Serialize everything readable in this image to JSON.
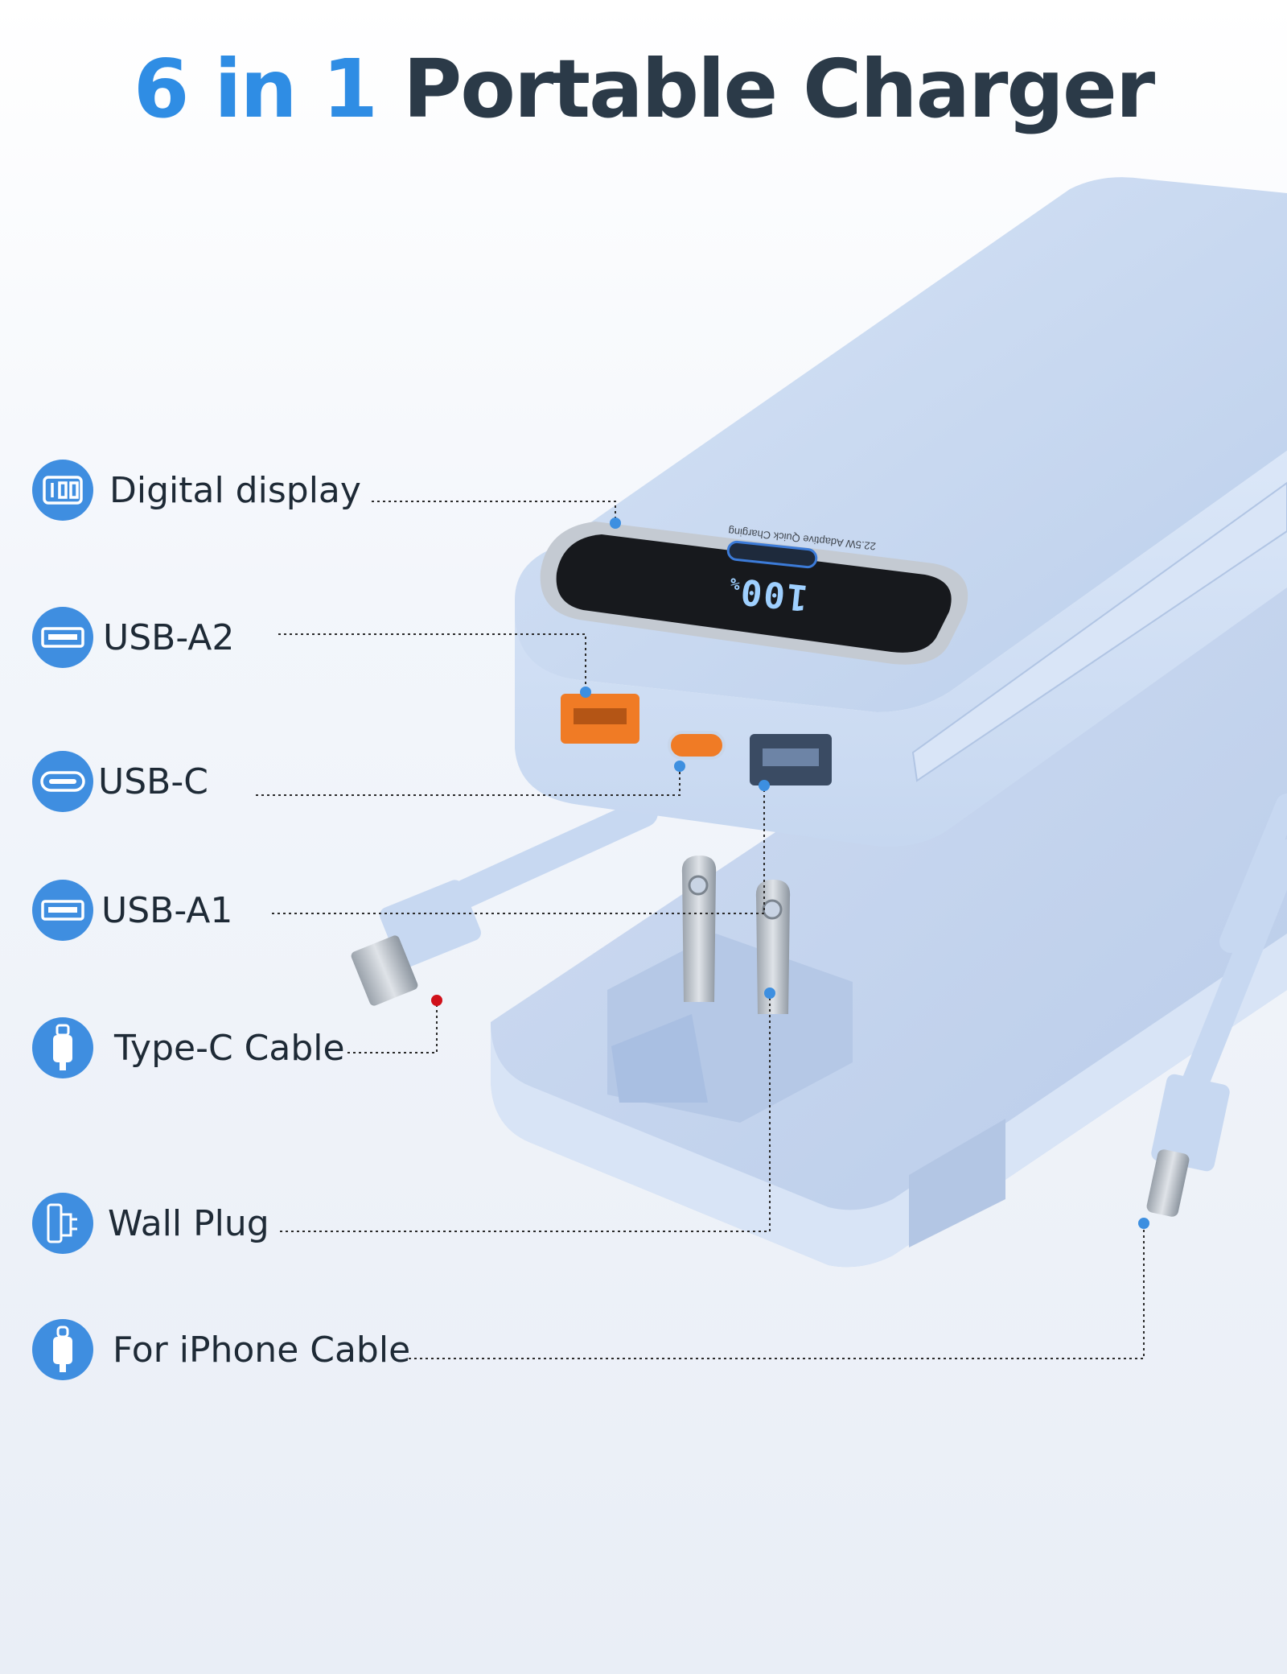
{
  "title": {
    "accent_part": "6 in 1",
    "main_part": "Portable Charger"
  },
  "colors": {
    "accent": "#2f8de4",
    "badge": "#3f8ee0",
    "device": "#c9daf2",
    "leader_dot": "#3d8fe0",
    "cable_tip_dot": "#d0101a"
  },
  "features": [
    {
      "label": "Digital display",
      "icon": "digital-display-icon"
    },
    {
      "label": "USB-A2",
      "icon": "usb-a-port-icon"
    },
    {
      "label": "USB-C",
      "icon": "usb-c-port-icon"
    },
    {
      "label": "USB-A1",
      "icon": "usb-a-port-icon"
    },
    {
      "label": "Type-C Cable",
      "icon": "type-c-cable-icon"
    },
    {
      "label": "Wall Plug",
      "icon": "wall-plug-icon"
    },
    {
      "label": "For iPhone Cable",
      "icon": "lightning-cable-icon"
    }
  ],
  "device": {
    "display_readout": "100",
    "display_unit": "%",
    "top_edge_text": "22.5W Adaptive Quick Charging"
  }
}
